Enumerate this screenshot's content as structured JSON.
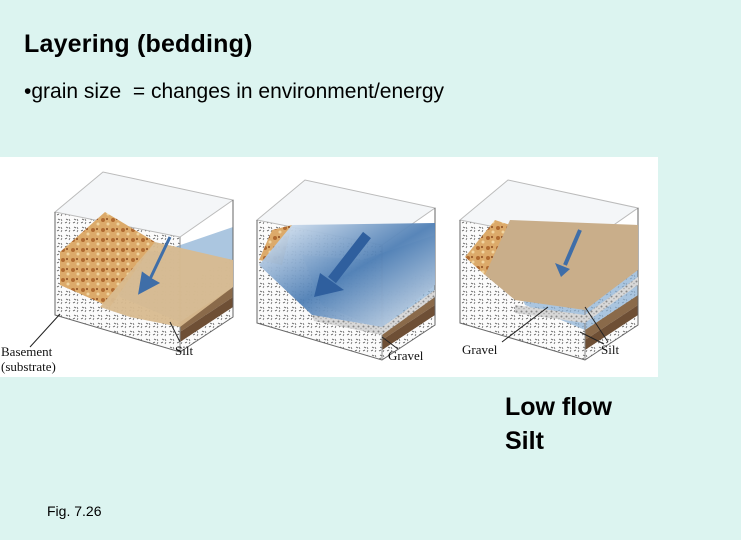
{
  "slide": {
    "title": "Layering (bedding)",
    "bullet": "•grain size  = changes in environment/energy",
    "figure_labels": {
      "basement": "Basement",
      "substrate": "(substrate)",
      "silt_1": "Silt",
      "gravel_2": "Gravel",
      "gravel_3": "Gravel",
      "silt_3": "Silt"
    },
    "caption_line1": "Low flow",
    "caption_line2": "Silt",
    "figure_number": "Fig. 7.26"
  },
  "colors": {
    "background": "#dcf4f0",
    "water": "#8fb3d6",
    "silt": "#c9ae8a",
    "gravel_rock": "#d59a55",
    "sediment_dark": "#6e4f35"
  }
}
